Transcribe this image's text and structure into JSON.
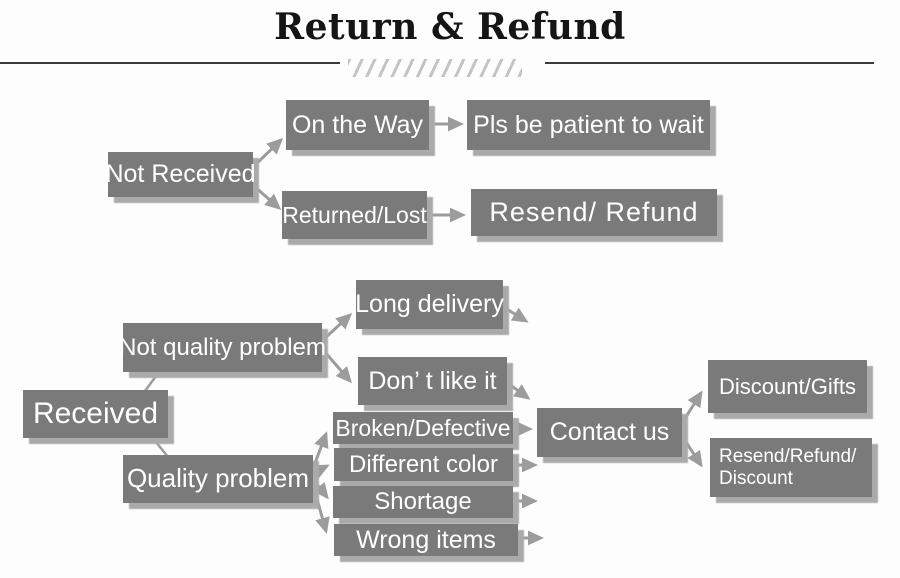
{
  "title": "Return & Refund",
  "colors": {
    "box": "#7a7a7a",
    "box_shadow": "#aaaaaa",
    "arrow": "#9c9c9c",
    "rule": "#3b3b3b",
    "slash": "#c4c4c4",
    "bg": "#fdfdfd",
    "box_text": "#ffffff",
    "title_text": "#151515"
  },
  "flowchart": {
    "nodes": {
      "not_received": "Not Received",
      "on_the_way": "On the Way",
      "pls_be_patient": "Pls be patient to wait",
      "returned_lost": "Returned/Lost",
      "resend_refund": "Resend/ Refund",
      "received": "Received",
      "not_quality_problem": "Not quality problem",
      "long_delivery": "Long delivery",
      "dont_like_it": "Don’ t like it",
      "quality_problem": "Quality problem",
      "broken_defective": "Broken/Defective",
      "different_color": "Different color",
      "shortage": "Shortage",
      "wrong_items": "Wrong items",
      "contact_us": "Contact us",
      "discount_gifts": "Discount/Gifts",
      "resend_refund_discount": "Resend/Refund/\nDiscount"
    }
  }
}
